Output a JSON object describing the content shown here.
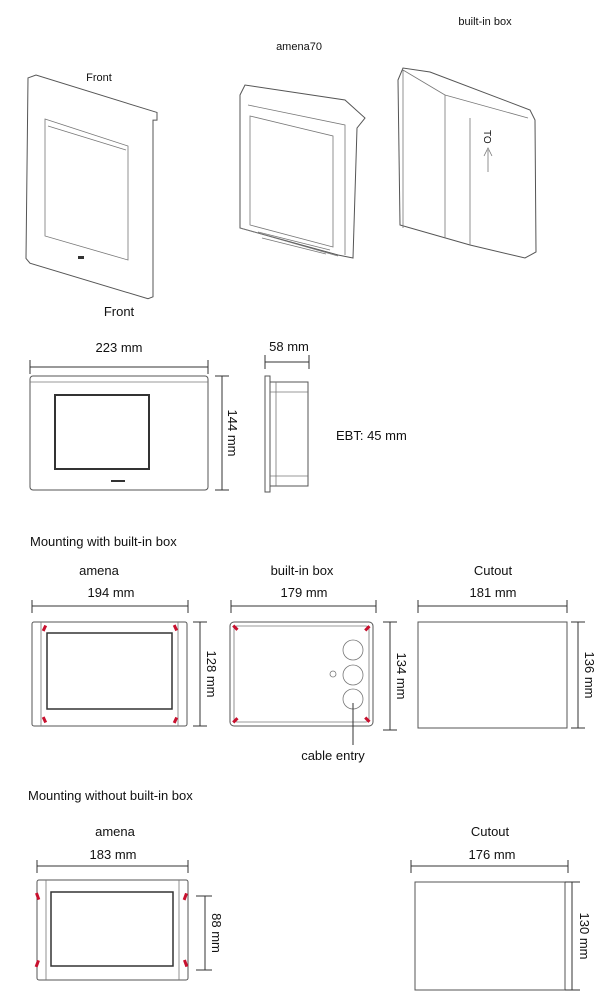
{
  "top_labels": {
    "front": "Front",
    "device": "amena70",
    "box": "built-in box"
  },
  "front_view": {
    "title": "Front",
    "width": "223 mm",
    "height": "144 mm",
    "depth": "58 mm",
    "ebt": "EBT: 45 mm"
  },
  "with_box": {
    "heading": "Mounting with built-in box",
    "amena": {
      "label": "amena",
      "width": "194 mm",
      "height": "128 mm"
    },
    "box": {
      "label": "built-in box",
      "width": "179 mm",
      "height": "134 mm",
      "cable_entry": "cable entry"
    },
    "cutout": {
      "label": "Cutout",
      "width": "181 mm",
      "height": "136 mm"
    }
  },
  "without_box": {
    "heading": "Mounting without built-in box",
    "amena": {
      "label": "amena",
      "width": "183 mm",
      "height": "88 mm"
    },
    "cutout": {
      "label": "Cutout",
      "width": "176 mm",
      "height": "130 mm"
    }
  },
  "colors": {
    "marker": "#c8102e"
  }
}
